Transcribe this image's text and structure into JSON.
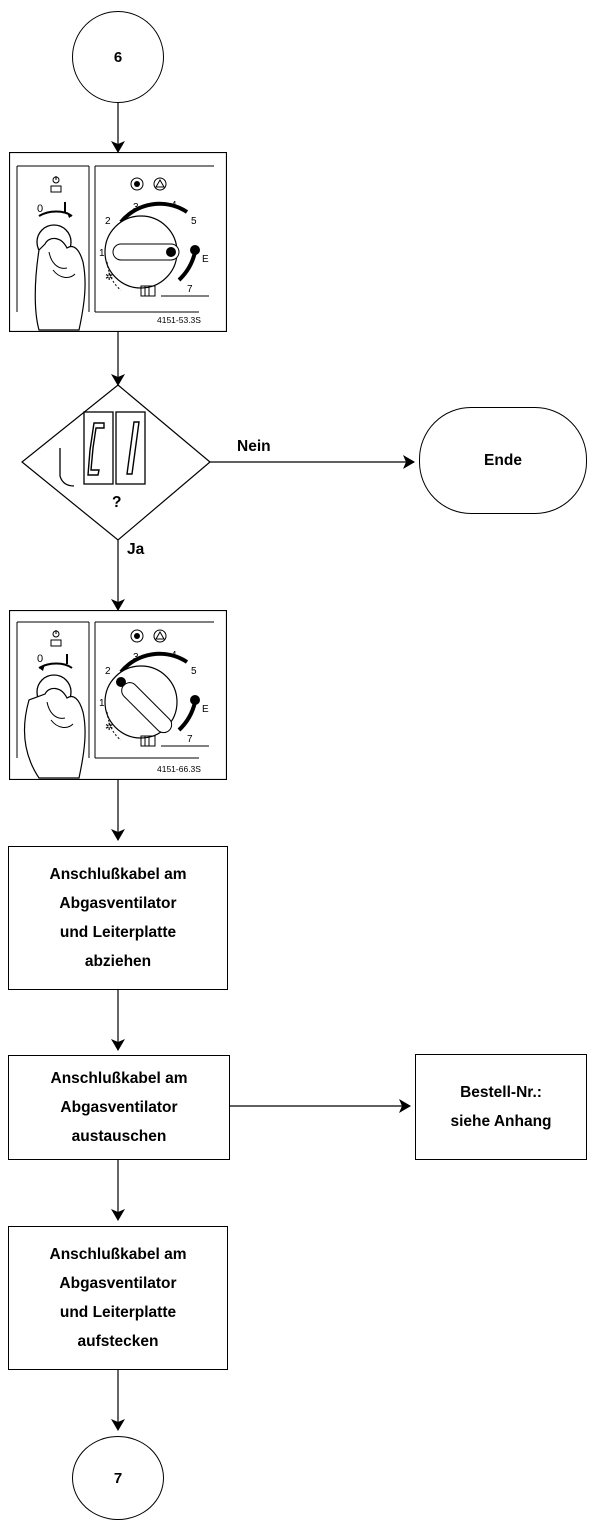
{
  "flow": {
    "start_connector": "6",
    "end_connector": "7",
    "panel1_code": "4151-53.3S",
    "panel2_code": "4151-66.3S",
    "decision": {
      "display": "C1",
      "question": "?",
      "no_label": "Nein",
      "yes_label": "Ja"
    },
    "end_terminal": "Ende",
    "step1": [
      "Anschlußkabel am",
      "Abgasventilator",
      "und Leiterplatte",
      "abziehen"
    ],
    "step2": [
      "Anschlußkabel am",
      "Abgasventilator",
      "austauschen"
    ],
    "order_note": [
      "Bestell-Nr.:",
      "siehe Anhang"
    ],
    "step3": [
      "Anschlußkabel am",
      "Abgasventilator",
      "und Leiterplatte",
      "aufstecken"
    ]
  },
  "panel": {
    "switch_off": "0",
    "switch_on": "I",
    "dial_numbers": [
      "1",
      "2",
      "3",
      "4",
      "5",
      "E",
      "7"
    ]
  }
}
